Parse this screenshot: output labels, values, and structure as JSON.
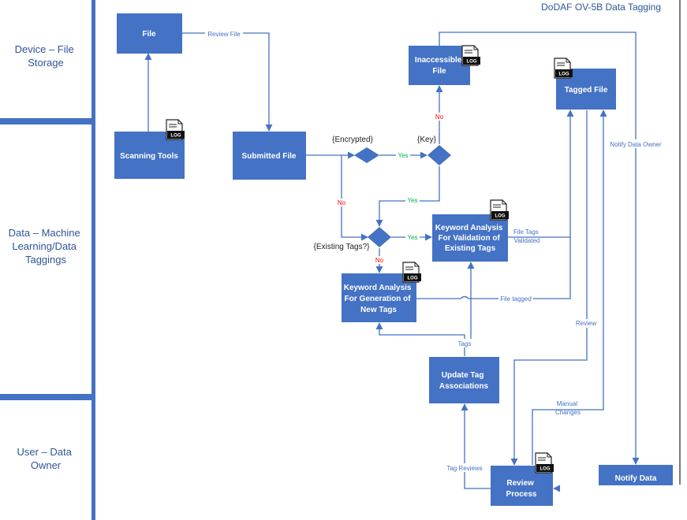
{
  "title": "DoDAF OV-5B Data Tagging",
  "colors": {
    "node": "#4472c4",
    "line": "#4472c4",
    "lane_divider": "#4472c4",
    "text_blue": "#2f5597",
    "yes": "#00b050",
    "no": "#ff0000"
  },
  "lanes": [
    {
      "lines": [
        "Device – File",
        "Storage"
      ]
    },
    {
      "lines": [
        "Data – Machine",
        "Learning/Data",
        "Taggings"
      ]
    },
    {
      "lines": [
        "User – Data",
        "Owner"
      ]
    }
  ],
  "nodes": {
    "file": {
      "lines": [
        "File"
      ]
    },
    "scanning": {
      "lines": [
        "Scanning Tools"
      ]
    },
    "submitted": {
      "lines": [
        "Submitted File"
      ]
    },
    "inaccessible": {
      "lines": [
        "Inaccessible",
        "File"
      ]
    },
    "tagged": {
      "lines": [
        "Tagged File"
      ]
    },
    "kw_validation": {
      "lines": [
        "Keyword Analysis",
        "For Validation of",
        "Existing Tags"
      ]
    },
    "kw_generation": {
      "lines": [
        "Keyword Analysis",
        "For Generation of",
        "New Tags"
      ]
    },
    "update": {
      "lines": [
        "Update Tag",
        "Associations"
      ]
    },
    "review": {
      "lines": [
        "Review",
        "Process"
      ]
    },
    "notify": {
      "lines": [
        "Notify Data"
      ]
    }
  },
  "decisions": {
    "encrypted": "{Encrypted}",
    "key": "{Key}",
    "existing": "{Existing Tags?}"
  },
  "log_icon": {
    "name": "log-file-icon",
    "text": "LOG"
  },
  "edge_labels": {
    "review_file": "Review File",
    "yes_1": "Yes",
    "no_key": "No",
    "yes_key": "Yes",
    "no_enc": "No",
    "yes_existing": "Yes",
    "no_existing": "No",
    "file_tags_validated": [
      "File Tags",
      "Validated"
    ],
    "file_tagged": "File tagged",
    "notify_owner": "Notify Data Owner",
    "review": "Review",
    "manual_changes": [
      "Manual",
      "Changes"
    ],
    "tags": "Tags",
    "tag_reviews": "Tag Reviews"
  }
}
